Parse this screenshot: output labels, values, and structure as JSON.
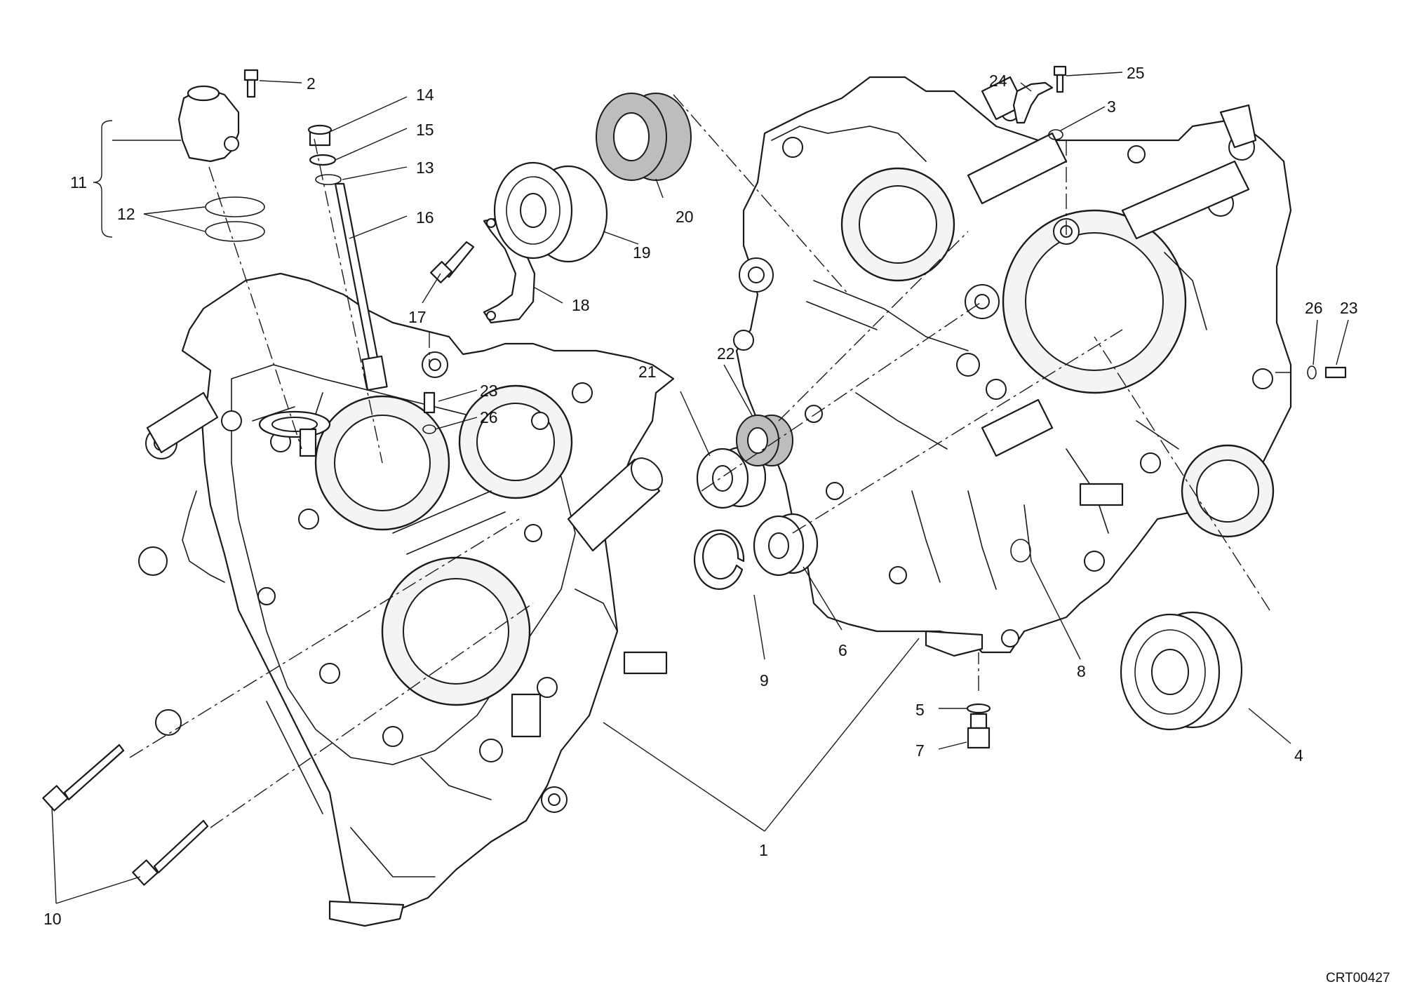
{
  "diagram": {
    "code": "CRT00427",
    "callouts": {
      "c1": "1",
      "c2": "2",
      "c3": "3",
      "c4": "4",
      "c5": "5",
      "c6": "6",
      "c7": "7",
      "c8": "8",
      "c9": "9",
      "c10": "10",
      "c11": "11",
      "c12": "12",
      "c13": "13",
      "c14": "14",
      "c15": "15",
      "c16": "16",
      "c17": "17",
      "c18": "18",
      "c19": "19",
      "c20": "20",
      "c21": "21",
      "c22": "22",
      "c23a": "23",
      "c23b": "23",
      "c24": "24",
      "c25": "25",
      "c26a": "26",
      "c26b": "26"
    }
  }
}
